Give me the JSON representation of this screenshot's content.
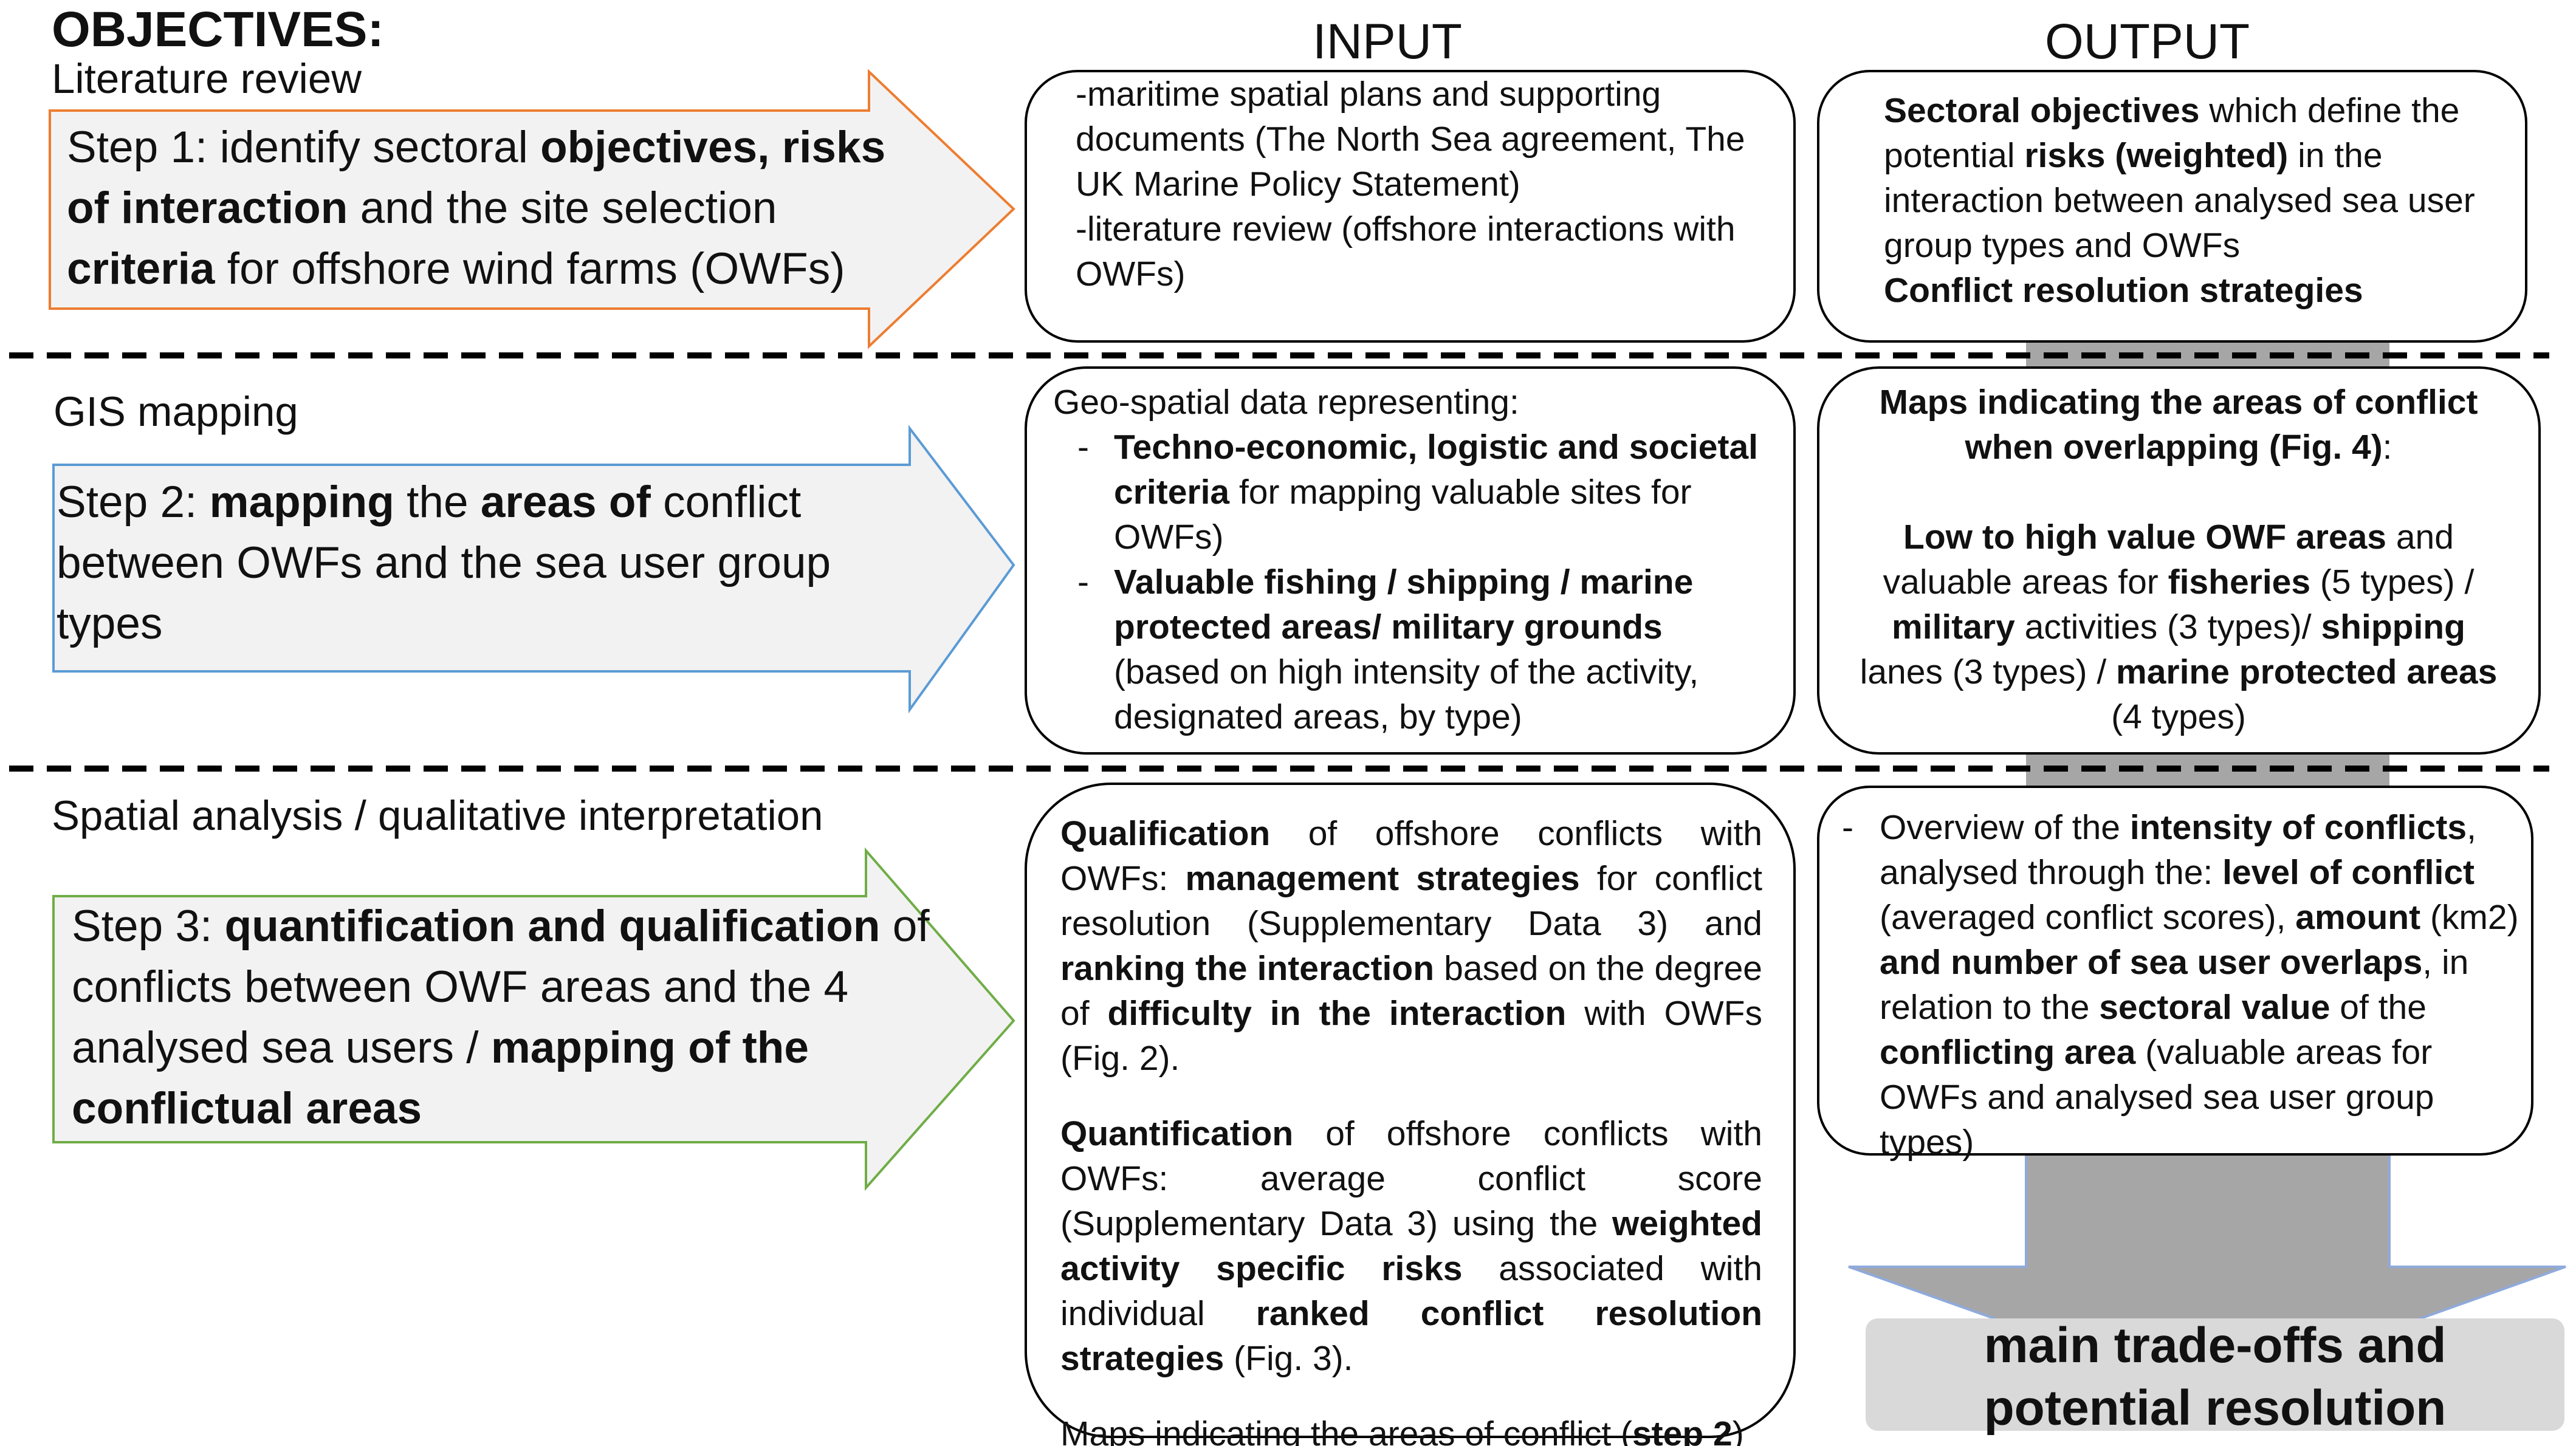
{
  "header": {
    "objectives": "OBJECTIVES:",
    "input": "INPUT",
    "output": "OUTPUT"
  },
  "rows": [
    {
      "label": "Literature  review",
      "arrow_color": "#ED7D31",
      "arrow": [
        {
          "t": "Step 1: identify sectoral "
        },
        {
          "t": "objectives, risks of interaction",
          "b": true
        },
        {
          "t": " and the site selection "
        },
        {
          "t": "criteria",
          "b": true
        },
        {
          "t": " for offshore wind farms (OWFs)"
        }
      ],
      "input": [
        {
          "style": "plain",
          "runs": [
            {
              "t": "-maritime spatial plans and supporting documents (The North Sea agreement, The UK Marine Policy Statement)"
            }
          ]
        },
        {
          "style": "plain",
          "runs": [
            {
              "t": "-literature review  (offshore interactions with OWFs)"
            }
          ]
        }
      ],
      "output": [
        {
          "style": "plain",
          "runs": [
            {
              "t": "Sectoral objectives",
              "b": true
            },
            {
              "t": " which define the potential "
            },
            {
              "t": "risks (weighted)",
              "b": true
            },
            {
              "t": " in the interaction between analysed sea user group types and OWFs"
            }
          ]
        },
        {
          "style": "plain",
          "runs": [
            {
              "t": "Conflict resolution strategies",
              "b": true
            }
          ]
        }
      ]
    },
    {
      "label": "GIS mapping",
      "arrow_color": "#5B9BD5",
      "arrow": [
        {
          "t": "Step 2: "
        },
        {
          "t": "mapping",
          "b": true
        },
        {
          "t": " the "
        },
        {
          "t": "areas of",
          "b": true
        },
        {
          "t": " conflict between  OWFs and the sea user group types"
        }
      ],
      "input": [
        {
          "style": "plain",
          "runs": [
            {
              "t": "Geo-spatial data representing:"
            }
          ]
        },
        {
          "style": "bullet",
          "runs": [
            {
              "t": "Techno-economic, logistic and societal criteria",
              "b": true
            },
            {
              "t": " for mapping valuable sites for OWFs)"
            }
          ]
        },
        {
          "style": "bullet",
          "runs": [
            {
              "t": "Valuable fishing / shipping / marine protected areas/ military grounds",
              "b": true
            },
            {
              "t": " (based on high intensity of the activity, designated areas, by type)"
            }
          ]
        }
      ],
      "output": [
        {
          "style": "center",
          "runs": [
            {
              "t": "Maps indicating the areas of conflict when overlapping (Fig. 4)",
              "b": true
            },
            {
              "t": ":"
            }
          ]
        },
        {
          "style": "gap",
          "runs": []
        },
        {
          "style": "center",
          "runs": [
            {
              "t": "Low to high value OWF areas",
              "b": true
            },
            {
              "t": " and valuable areas for  "
            },
            {
              "t": "fisheries",
              "b": true
            },
            {
              "t": " (5 types) / "
            },
            {
              "t": "military",
              "b": true
            },
            {
              "t": " activities (3 types)/ "
            },
            {
              "t": "shipping",
              "b": true
            },
            {
              "t": " lanes (3 types) / "
            },
            {
              "t": "marine protected areas",
              "b": true
            },
            {
              "t": " (4 types)"
            }
          ]
        }
      ]
    },
    {
      "label": "Spatial analysis / qualitative interpretation",
      "arrow_color": "#70AD47",
      "arrow": [
        {
          "t": "Step 3:  "
        },
        {
          "t": "quantification and qualification",
          "b": true
        },
        {
          "t": " of conflicts between OWF areas and the 4 analysed sea users / "
        },
        {
          "t": "mapping  of the conflictual  areas",
          "b": true
        }
      ],
      "input": [
        {
          "style": "justify",
          "runs": [
            {
              "t": "Qualification",
              "b": true
            },
            {
              "t": " of offshore conflicts with OWFs: "
            },
            {
              "t": "management strategies",
              "b": true
            },
            {
              "t": " for conflict resolution (Supplementary Data 3) and "
            },
            {
              "t": "ranking the interaction",
              "b": true
            },
            {
              "t": " based on the degree of "
            },
            {
              "t": "difficulty in the interaction",
              "b": true
            },
            {
              "t": " with OWFs (Fig. 2)."
            }
          ]
        },
        {
          "style": "justify",
          "runs": [
            {
              "t": "Quantification",
              "b": true
            },
            {
              "t": " of offshore conflicts with OWFs: average conflict score (Supplementary Data 3) using the "
            },
            {
              "t": "weighted activity specific risks",
              "b": true
            },
            {
              "t": " associated with individual "
            },
            {
              "t": "ranked conflict resolution strategies",
              "b": true
            },
            {
              "t": " (Fig. 3)."
            }
          ]
        },
        {
          "style": "plain",
          "runs": [
            {
              "t": "Maps indicating the areas of conflict ("
            },
            {
              "t": "step 2",
              "b": true
            },
            {
              "t": ")"
            }
          ]
        }
      ],
      "output": [
        {
          "style": "bullet-sm",
          "runs": [
            {
              "t": "Overview of the "
            },
            {
              "t": "intensity of conflicts",
              "b": true
            },
            {
              "t": ", analysed through the: "
            },
            {
              "t": "level of conflict",
              "b": true
            },
            {
              "t": " (averaged conflict scores), "
            },
            {
              "t": "amount",
              "b": true
            },
            {
              "t": " (km2) "
            },
            {
              "t": "and number of sea user overlaps",
              "b": true
            },
            {
              "t": ", in relation to the "
            },
            {
              "t": "sectoral value",
              "b": true
            },
            {
              "t": " of the "
            },
            {
              "t": "conflicting area",
              "b": true
            },
            {
              "t": " (valuable areas for OWFs and analysed sea user group types)"
            }
          ]
        }
      ]
    }
  ],
  "final": {
    "text": "main trade-offs and potential resolution solutions"
  }
}
